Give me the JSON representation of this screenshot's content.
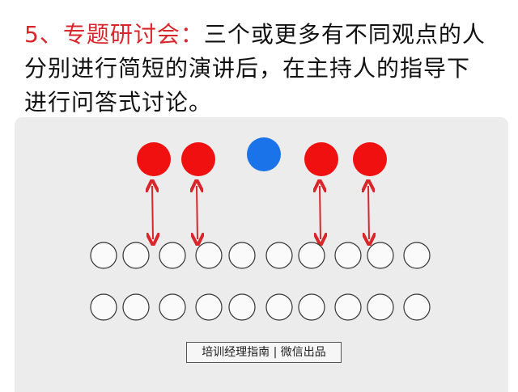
{
  "heading": {
    "number_title": "5、专题研讨会：",
    "line1": "三个或更多有不同观点的人",
    "line2": "分别进行简短的演讲后，在主持人的指导下",
    "line3": "进行问答式讨论。"
  },
  "diagram": {
    "speakers_count": 4,
    "moderator_count": 1,
    "audience_rows": 2,
    "audience_per_row": 10,
    "colors": {
      "speaker": "#f01010",
      "moderator": "#1a73e8",
      "arrow": "#d8262b"
    }
  },
  "footer": {
    "label": "培训经理指南 | 微信出品"
  }
}
